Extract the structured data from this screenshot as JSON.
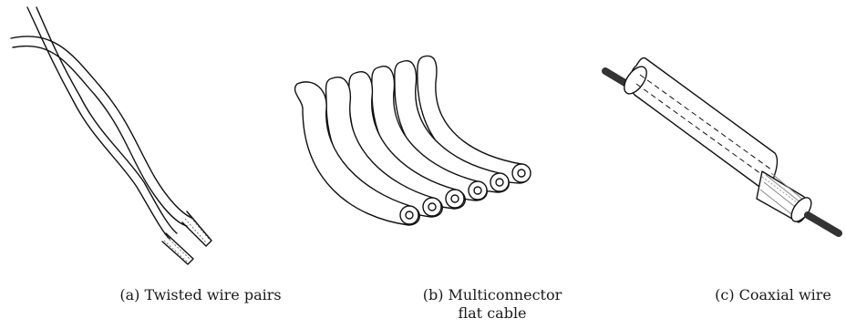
{
  "figures": [
    {
      "id": "a",
      "caption_lines": [
        "(a) Twisted wire pairs"
      ]
    },
    {
      "id": "b",
      "caption_lines": [
        "(b) Multiconnector",
        "flat cable"
      ]
    },
    {
      "id": "c",
      "caption_lines": [
        "(c) Coaxial wire"
      ]
    }
  ],
  "colors": {
    "line": "#111111",
    "background": "#ffffff",
    "copper": "#888888",
    "core": "#333333"
  }
}
